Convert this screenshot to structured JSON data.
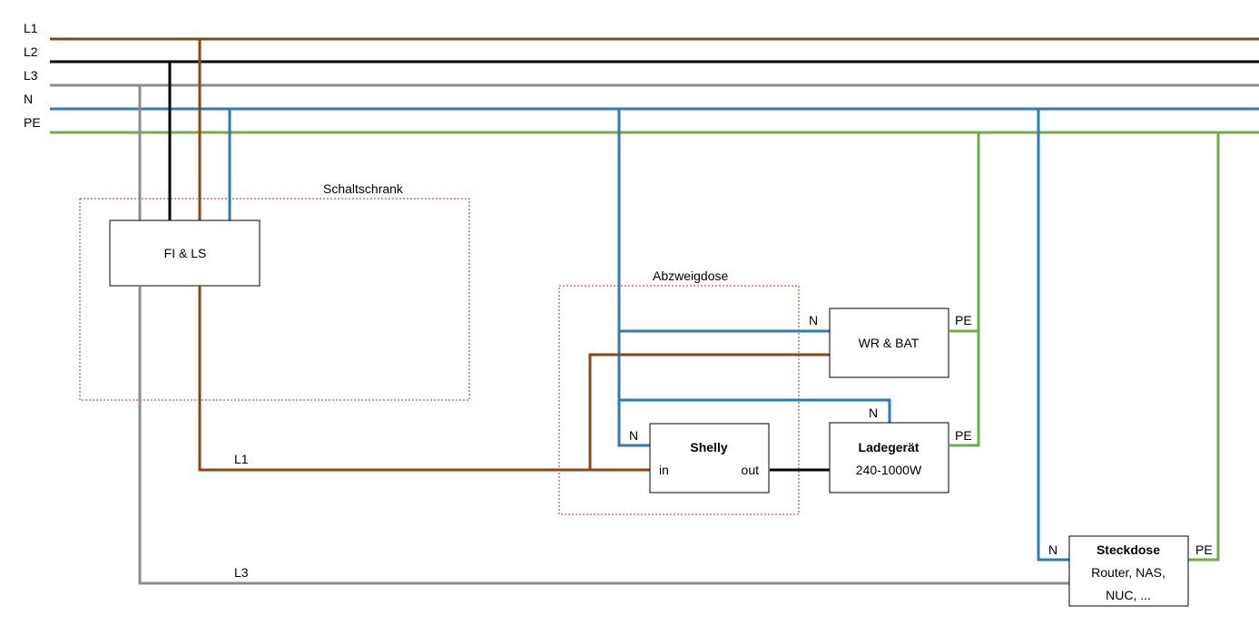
{
  "colors": {
    "l1": "#8b4513",
    "l2": "#000000",
    "l3": "#8c8c8c",
    "n": "#2a7ac0",
    "pe": "#70ad47",
    "frame": "#d9262b"
  },
  "bus_labels": {
    "l1": "L1",
    "l2": "L2",
    "l3": "L3",
    "n": "N",
    "pe": "PE"
  },
  "schaltschrank": {
    "title": "Schaltschrank",
    "box_label": "FI & LS"
  },
  "abzweigdose": {
    "title": "Abzweigdose"
  },
  "shelly": {
    "name": "Shelly",
    "port_in": "in",
    "port_out": "out",
    "n": "N"
  },
  "wr_bat": {
    "name": "WR & BAT",
    "n": "N",
    "pe": "PE"
  },
  "ladegeraet": {
    "name": "Ladegerät",
    "power": "240-1000W",
    "n": "N",
    "pe": "PE"
  },
  "steckdose": {
    "name": "Steckdose",
    "line1": "Router, NAS,",
    "line2": "NUC, ...",
    "n": "N",
    "pe": "PE"
  },
  "wire_labels": {
    "l1": "L1",
    "l3": "L3"
  }
}
